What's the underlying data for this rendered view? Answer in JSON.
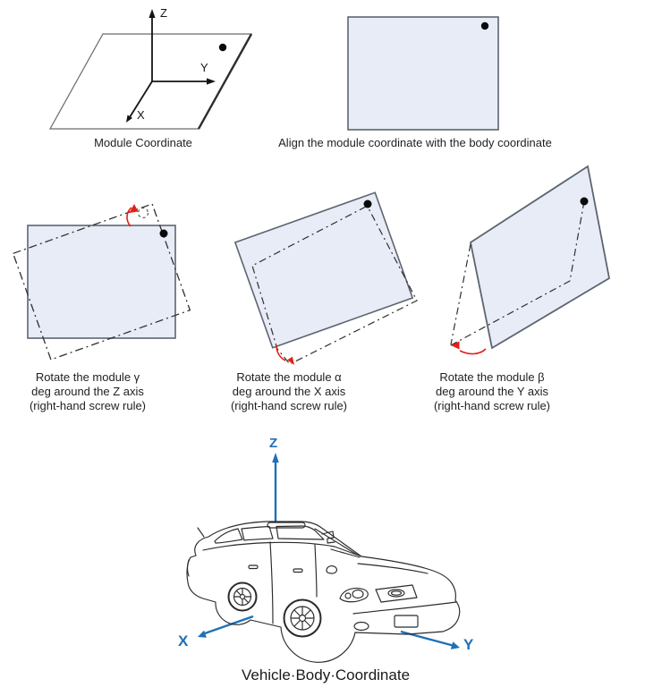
{
  "colors": {
    "panel_fill": "#e7ecf6",
    "panel_stroke": "#5d6570",
    "axis_blue": "#1f70b8",
    "rotation_red": "#e32119",
    "text": "#1f1f1f"
  },
  "module_coordinate": {
    "caption": "Module Coordinate",
    "z_label": "Z",
    "y_label": "Y",
    "x_label": "X"
  },
  "align_step": {
    "caption": "Align the module coordinate with the body coordinate"
  },
  "rotation_steps": [
    {
      "caption": "Rotate the module γ\ndeg around the Z axis\n(right-hand screw rule)"
    },
    {
      "caption": "Rotate the module α\ndeg around the X axis\n(right-hand screw rule)"
    },
    {
      "caption": "Rotate the module β\ndeg around the Y axis\n(right-hand screw rule)"
    }
  ],
  "vehicle": {
    "caption": "Vehicle·Body·Coordinate",
    "x_label": "X",
    "y_label": "Y",
    "z_label": "Z"
  }
}
